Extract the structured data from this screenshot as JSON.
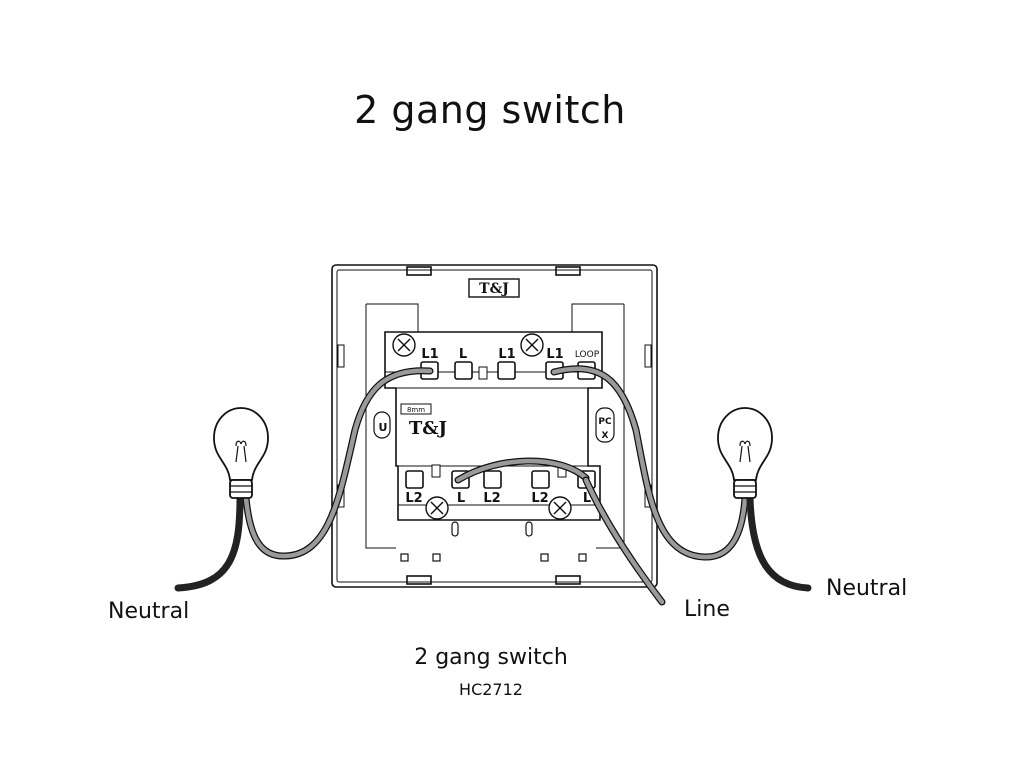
{
  "title": "2 gang switch",
  "brand": "T&J",
  "labels": {
    "neutral_left": "Neutral",
    "neutral_right": "Neutral",
    "line": "Line"
  },
  "terminals": {
    "top": [
      "L1",
      "L",
      "L1",
      "L1"
    ],
    "loop": "LOOP",
    "bottom": [
      "L2",
      "L",
      "L2",
      "L2",
      "L"
    ],
    "pc": "PC",
    "x": "X",
    "u": "U",
    "tag": "8mm"
  },
  "caption": {
    "name": "2 gang switch",
    "model": "HC2712"
  },
  "colors": {
    "wire_grey": "#9a9a9a",
    "wire_dark": "#222222",
    "outline": "#111111"
  }
}
